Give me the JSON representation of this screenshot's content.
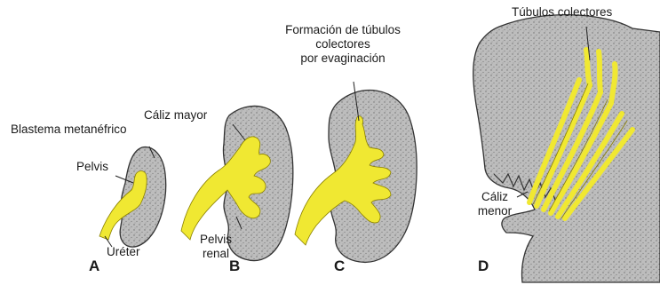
{
  "labels": {
    "blastema": "Blastema metanéfrico",
    "pelvis": "Pelvis",
    "ureter": "Uréter",
    "caliz_mayor": "Cáliz mayor",
    "pelvis_renal_line1": "Pelvis",
    "pelvis_renal_line2": "renal",
    "formacion_line1": "Formación de túbulos",
    "formacion_line2": "colectores",
    "formacion_line3": "por evaginación",
    "tubulos_colectores": "Túbulos colectores",
    "caliz_menor_line1": "Cáliz",
    "caliz_menor_line2": "menor"
  },
  "panels": [
    "A",
    "B",
    "C",
    "D"
  ],
  "colors": {
    "tissue": "#bcbcbc",
    "outline": "#333333",
    "duct": "#f0e832"
  }
}
